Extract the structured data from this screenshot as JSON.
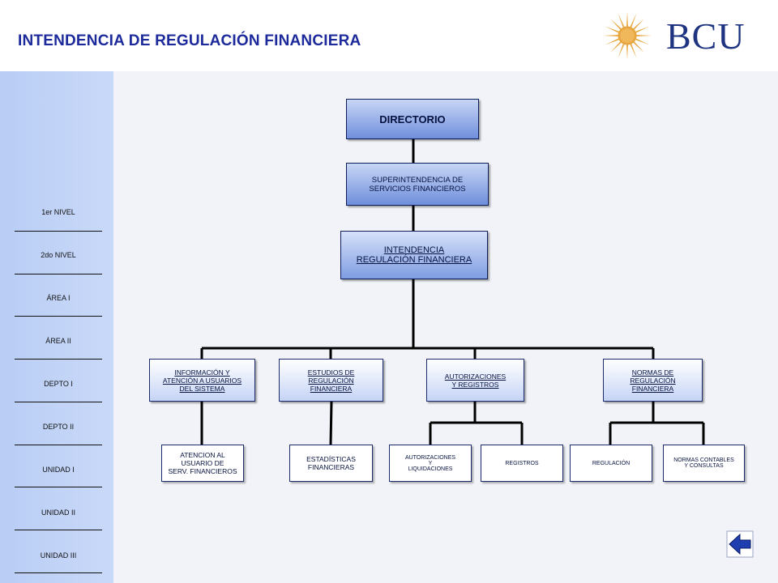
{
  "header": {
    "title": "INTENDENCIA DE REGULACIÓN FINANCIERA",
    "logo_text": "BCU",
    "logo_icon": "sun-icon",
    "brand_color": "#1f3480",
    "sun_color": "#e8a640"
  },
  "sidebar": {
    "items": [
      {
        "label": "1er NIVEL"
      },
      {
        "label": "2do NIVEL"
      },
      {
        "label": "ÁREA I"
      },
      {
        "label": "ÁREA II"
      },
      {
        "label": "DEPTO I"
      },
      {
        "label": "DEPTO II"
      },
      {
        "label": "UNIDAD I"
      },
      {
        "label": "UNIDAD II"
      },
      {
        "label": "UNIDAD III"
      }
    ]
  },
  "chart": {
    "director": "DIRECTORIO",
    "superintendencia": [
      "SUPERINTENDENCIA DE",
      "SERVICIOS FINANCIEROS"
    ],
    "intendencia": [
      "INTENDENCIA",
      "REGULACIÓN FINANCIERA"
    ],
    "areas": [
      [
        "INFORMACIÓN Y",
        "ATENCIÓN A USUARIOS",
        "DEL SISTEMA"
      ],
      [
        "ESTUDIOS DE",
        "REGULACIÓN",
        "FINANCIERA"
      ],
      [
        "AUTORIZACIONES",
        "Y REGISTROS"
      ],
      [
        "NORMAS DE",
        "REGULACIÓN",
        "FINANCIERA"
      ]
    ],
    "units": [
      [
        "ATENCION AL",
        "USUARIO DE",
        "SERV. FINANCIEROS"
      ],
      [
        "ESTADÍSTICAS",
        "FINANCIERAS"
      ],
      [
        "AUTORIZACIONES",
        "Y",
        "LIQUIDACIONES"
      ],
      [
        "REGISTROS"
      ],
      [
        "REGULACIÓN"
      ],
      [
        "NORMAS CONTABLES",
        "Y CONSULTAS"
      ]
    ]
  },
  "nav": {
    "back_icon": "back-arrow-icon"
  }
}
